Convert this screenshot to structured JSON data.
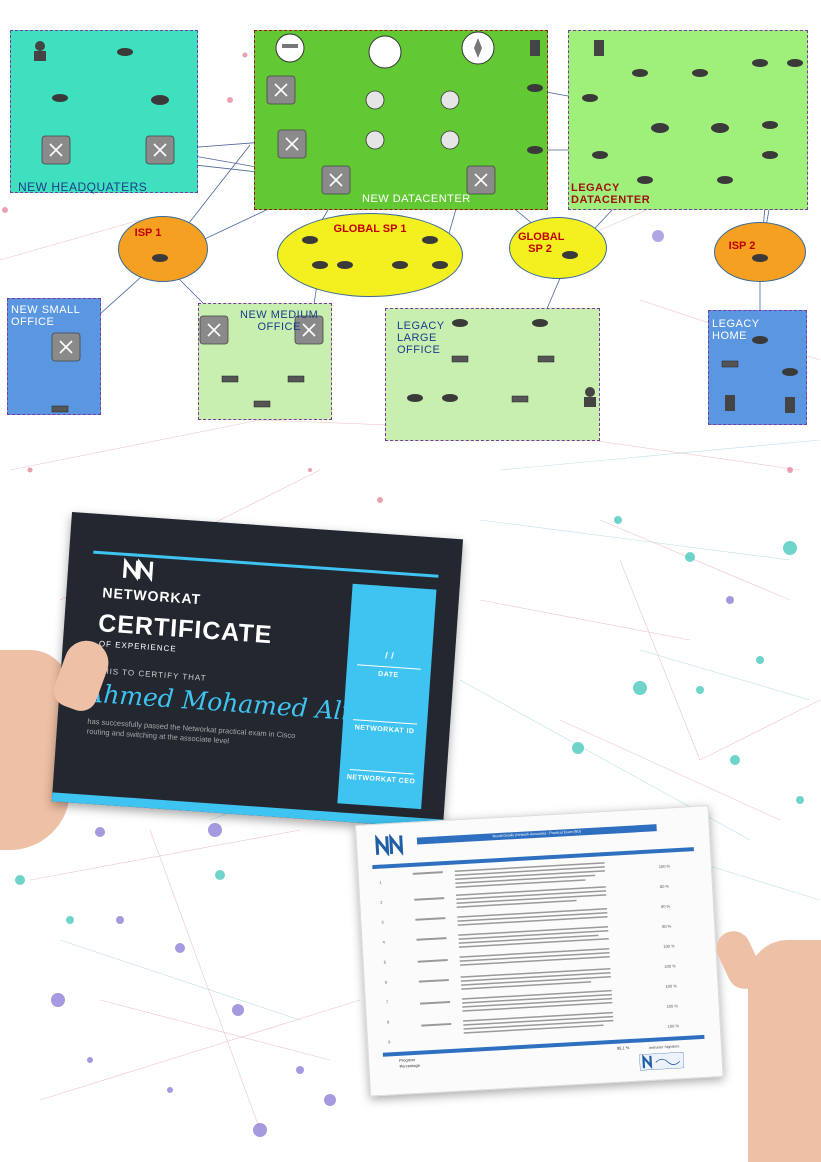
{
  "network_diagram": {
    "zones": {
      "new_headquarters": "NEW HEADQUATERS",
      "new_datacenter": "NEW DATACENTER",
      "legacy_datacenter": "LEGACY\nDATACENTER",
      "new_small_office": "NEW SMALL\nOFFICE",
      "new_medium_office": "NEW MEDIUM\nOFFICE",
      "legacy_large_office": "LEGACY\nLARGE\nOFFICE",
      "legacy_home": "LEGACY\nHOME"
    },
    "providers": {
      "isp1": "ISP 1",
      "isp2": "ISP 2",
      "global_sp1": "GLOBAL SP 1",
      "global_sp2": "GLOBAL\nSP 2"
    },
    "colors": {
      "new_headquarters": "#3fe0c0",
      "new_datacenter": "#62c934",
      "legacy_datacenter": "#9ff07a",
      "office_blue": "#5b97e0",
      "office_green": "#c8efb0",
      "isp_orange": "#f5a020",
      "sp_yellow": "#f4f020"
    }
  },
  "certificate": {
    "brand": "NETWORKAT",
    "title": "CERTIFICATE",
    "subtitle": "OF EXPERIENCE",
    "certify_text": "THIS TO CERTIFY THAT",
    "recipient": "Ahmed Mohamed Ali",
    "description": "has successfully passed the Networkat practical exam in Cisco routing and switching at the associate level",
    "date_placeholder": "/ /",
    "date_label": "DATE",
    "id_label": "NETWORKAT ID",
    "ceo_label": "NETWORKAT CEO",
    "colors": {
      "background": "#232730",
      "accent": "#3fc3f0"
    }
  },
  "report": {
    "header_banner": "Result Details (Network Associate) - Practical Exam (ND)",
    "rows": [
      {
        "no": "1",
        "pct": "100 %"
      },
      {
        "no": "2",
        "pct": "80 %"
      },
      {
        "no": "3",
        "pct": "80 %"
      },
      {
        "no": "4",
        "pct": "80 %"
      },
      {
        "no": "5",
        "pct": "100 %"
      },
      {
        "no": "6",
        "pct": "100 %"
      },
      {
        "no": "7",
        "pct": "100 %"
      },
      {
        "no": "8",
        "pct": "100 %"
      },
      {
        "no": "9",
        "pct": "100 %"
      }
    ],
    "final_pct": "95.1 %",
    "final_label_1": "Progress",
    "final_label_2": "Percentage",
    "signature_label": "Instructor Signature",
    "colors": {
      "banner": "#2f6fc0",
      "logo": "#1f5fa8"
    }
  }
}
